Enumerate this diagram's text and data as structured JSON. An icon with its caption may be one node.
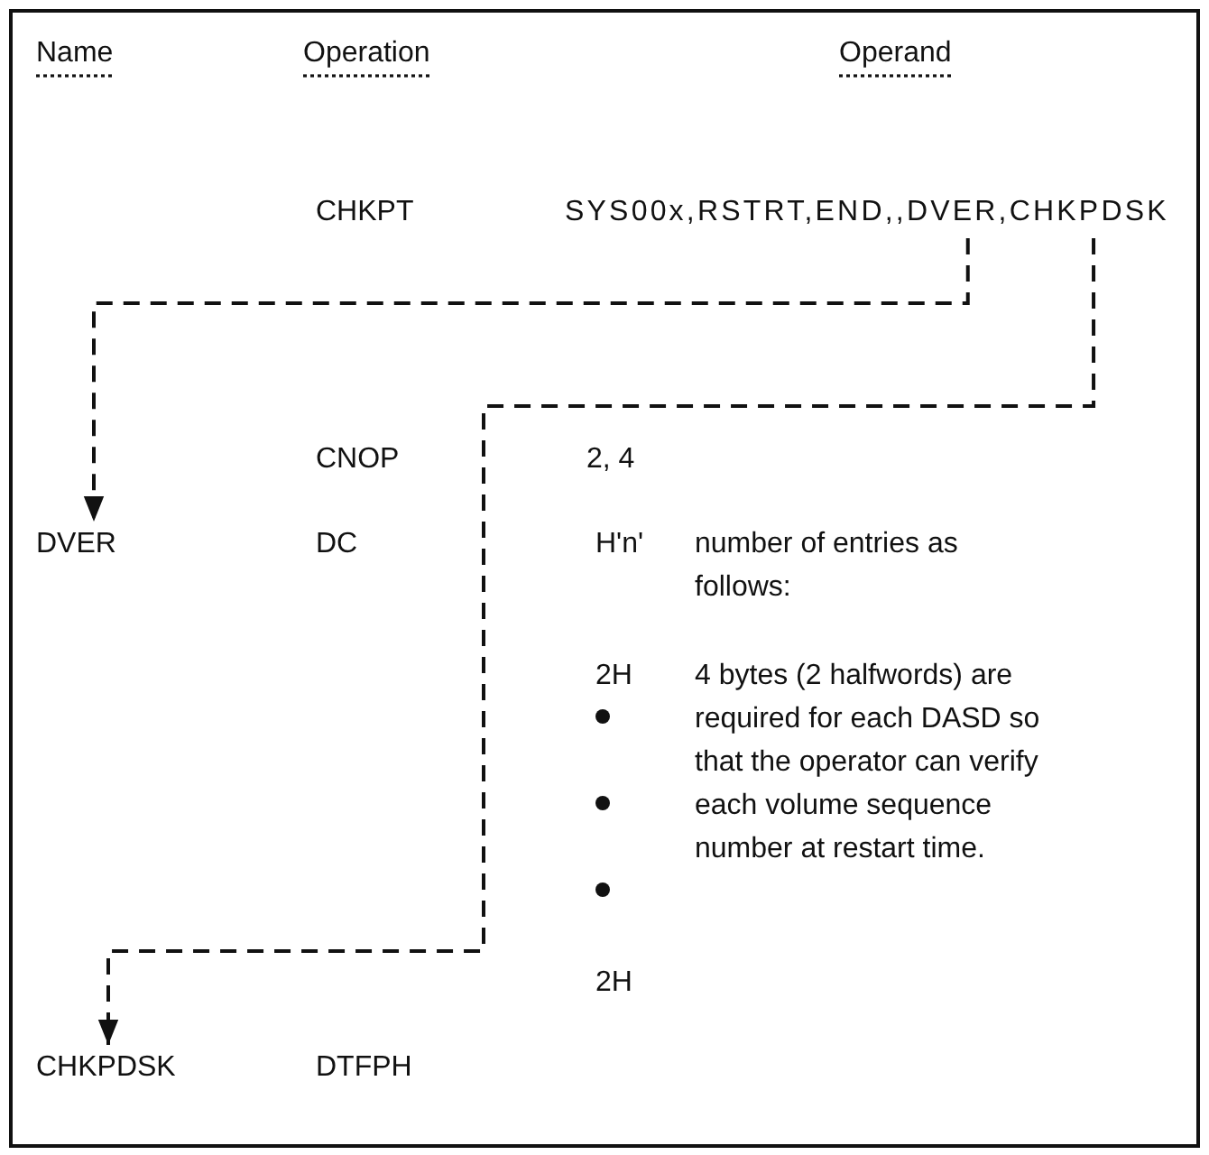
{
  "diagram": {
    "nodes": [
      {
        "text": [
          "SYS00x,RSTRT,END,,DVER,CHKPDSK"
        ]
      },
      {
        "text": [
          "DVER"
        ]
      },
      {
        "text": [
          "CHKPDSK"
        ]
      }
    ],
    "edges": [
      {
        "from": 0,
        "to": 1,
        "arrow": "to",
        "style": "dashed"
      },
      {
        "from": 0,
        "to": 2,
        "arrow": "to",
        "style": "dashed"
      }
    ],
    "labels": [
      "Name",
      "Operation",
      "Operand",
      "CHKPT",
      "CNOP",
      "2, 4",
      "DC",
      "H'n'",
      "number of entries as follows:",
      "2H",
      "4 bytes (2 halfwords) are required for each DASD so that the operator can verify each volume sequence number at restart time.",
      "2H",
      "DTFPH"
    ]
  }
}
